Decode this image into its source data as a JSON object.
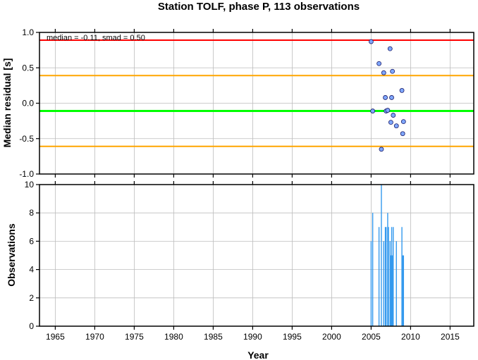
{
  "title": "Station TOLF, phase P, 113 observations",
  "chart_data": [
    {
      "type": "scatter",
      "panel": "residuals",
      "annotation": "median = -0.11, smad = 0.50",
      "xlabel": "",
      "ylabel": "Median residual [s]",
      "xlim": [
        1963,
        2018
      ],
      "ylim": [
        -1.0,
        1.0
      ],
      "x_ticks": [
        1965,
        1970,
        1975,
        1980,
        1985,
        1990,
        1995,
        2000,
        2005,
        2010,
        2015
      ],
      "y_ticks": [
        -1.0,
        -0.5,
        0.0,
        0.5,
        1.0
      ],
      "y_tick_labels": [
        "-1.0",
        "-0.5",
        "0.0",
        "0.5",
        "1.0"
      ],
      "grid": true,
      "reference_lines": [
        {
          "value": 0.89,
          "color": "#ff0000"
        },
        {
          "value": 0.39,
          "color": "#ffa500"
        },
        {
          "value": -0.11,
          "color": "#00ff00"
        },
        {
          "value": -0.61,
          "color": "#ffa500"
        }
      ],
      "point_color": "#7fa8ff",
      "points": [
        {
          "x": 2005.0,
          "y": 0.87
        },
        {
          "x": 2005.2,
          "y": -0.11
        },
        {
          "x": 2006.0,
          "y": 0.56
        },
        {
          "x": 2006.3,
          "y": -0.65
        },
        {
          "x": 2006.6,
          "y": 0.43
        },
        {
          "x": 2006.8,
          "y": 0.08
        },
        {
          "x": 2006.9,
          "y": -0.11
        },
        {
          "x": 2007.1,
          "y": -0.1
        },
        {
          "x": 2007.4,
          "y": 0.77
        },
        {
          "x": 2007.5,
          "y": -0.27
        },
        {
          "x": 2007.6,
          "y": 0.08
        },
        {
          "x": 2007.7,
          "y": 0.45
        },
        {
          "x": 2007.8,
          "y": -0.17
        },
        {
          "x": 2008.2,
          "y": -0.32
        },
        {
          "x": 2008.9,
          "y": 0.18
        },
        {
          "x": 2009.0,
          "y": -0.43
        },
        {
          "x": 2009.1,
          "y": -0.26
        }
      ]
    },
    {
      "type": "bar",
      "panel": "observations",
      "xlabel": "Year",
      "ylabel": "Observations",
      "xlim": [
        1963,
        2018
      ],
      "ylim": [
        0,
        10
      ],
      "x_ticks": [
        1965,
        1970,
        1975,
        1980,
        1985,
        1990,
        1995,
        2000,
        2005,
        2010,
        2015
      ],
      "y_ticks": [
        0,
        2,
        4,
        6,
        8,
        10
      ],
      "grid": true,
      "bar_color": "#3399ee",
      "bars": [
        {
          "x": 2005.0,
          "value": 6
        },
        {
          "x": 2005.2,
          "value": 8
        },
        {
          "x": 2006.0,
          "value": 7
        },
        {
          "x": 2006.3,
          "value": 10
        },
        {
          "x": 2006.6,
          "value": 6
        },
        {
          "x": 2006.8,
          "value": 7
        },
        {
          "x": 2006.9,
          "value": 7
        },
        {
          "x": 2007.1,
          "value": 8
        },
        {
          "x": 2007.2,
          "value": 7
        },
        {
          "x": 2007.4,
          "value": 6
        },
        {
          "x": 2007.5,
          "value": 5
        },
        {
          "x": 2007.6,
          "value": 7
        },
        {
          "x": 2007.7,
          "value": 5
        },
        {
          "x": 2007.8,
          "value": 7
        },
        {
          "x": 2008.2,
          "value": 6
        },
        {
          "x": 2008.9,
          "value": 7
        },
        {
          "x": 2009.0,
          "value": 5
        },
        {
          "x": 2009.1,
          "value": 5
        }
      ]
    }
  ]
}
